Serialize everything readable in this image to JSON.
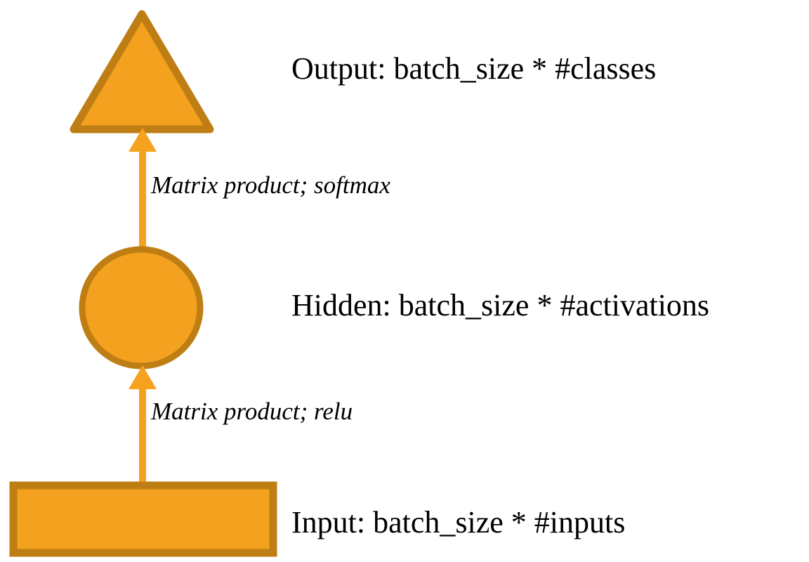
{
  "diagram": {
    "title": "Neural network layer diagram",
    "type": "flow-diagram",
    "orientation": "bottom-to-top",
    "background_color": "#ffffff",
    "palette": {
      "shape_fill": "#F3A11E",
      "shape_stroke": "#BE7E14",
      "arrow_color": "#F5A21E",
      "text_color": "#000000"
    },
    "nodes": [
      {
        "id": "output",
        "shape": "triangle",
        "label": "Output: batch_size * #classes",
        "fill": "#F3A11E",
        "stroke": "#BE7E14"
      },
      {
        "id": "hidden",
        "shape": "circle",
        "label": "Hidden: batch_size * #activations",
        "fill": "#F3A11E",
        "stroke": "#BE7E14"
      },
      {
        "id": "input",
        "shape": "rectangle",
        "label": "Input: batch_size * #inputs",
        "fill": "#F3A11E",
        "stroke": "#BE7E14"
      }
    ],
    "edges": [
      {
        "id": "hidden-to-output",
        "from": "hidden",
        "to": "output",
        "label": "Matrix product; softmax",
        "color": "#F5A21E",
        "arrowhead": "up"
      },
      {
        "id": "input-to-hidden",
        "from": "input",
        "to": "hidden",
        "label": "Matrix product; relu",
        "color": "#F5A21E",
        "arrowhead": "up"
      }
    ]
  }
}
